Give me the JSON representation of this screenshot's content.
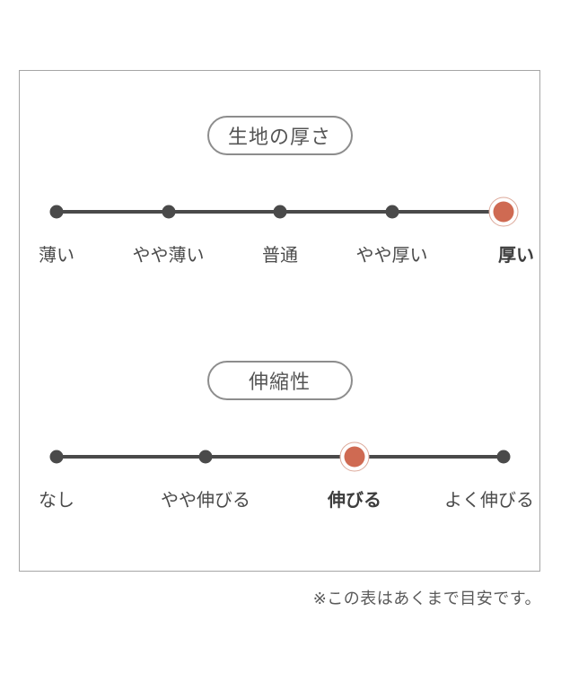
{
  "note": {
    "text": "※この表はあくまで目安です。"
  },
  "scales": [
    {
      "title": "生地の厚さ",
      "semantic": "fabric-thickness",
      "options": [
        "薄い",
        "やや薄い",
        "普通",
        "やや厚い",
        "厚い"
      ],
      "selected_index": 4,
      "selected_label": "厚い"
    },
    {
      "title": "伸縮性",
      "semantic": "stretchiness",
      "options": [
        "なし",
        "やや伸びる",
        "伸びる",
        "よく伸びる"
      ],
      "selected_index": 2,
      "selected_label": "伸びる"
    }
  ],
  "colors": {
    "selected_marker": "#cf6a52",
    "selected_ring": "#dca899",
    "dot": "#4a4a4a",
    "line": "#4a4a4a",
    "label_text": "#4a4a4a",
    "title_text": "#555555",
    "pill_border": "#8d8d8d",
    "panel_border": "#a6a6a6",
    "note_text": "#5a5a5a"
  }
}
